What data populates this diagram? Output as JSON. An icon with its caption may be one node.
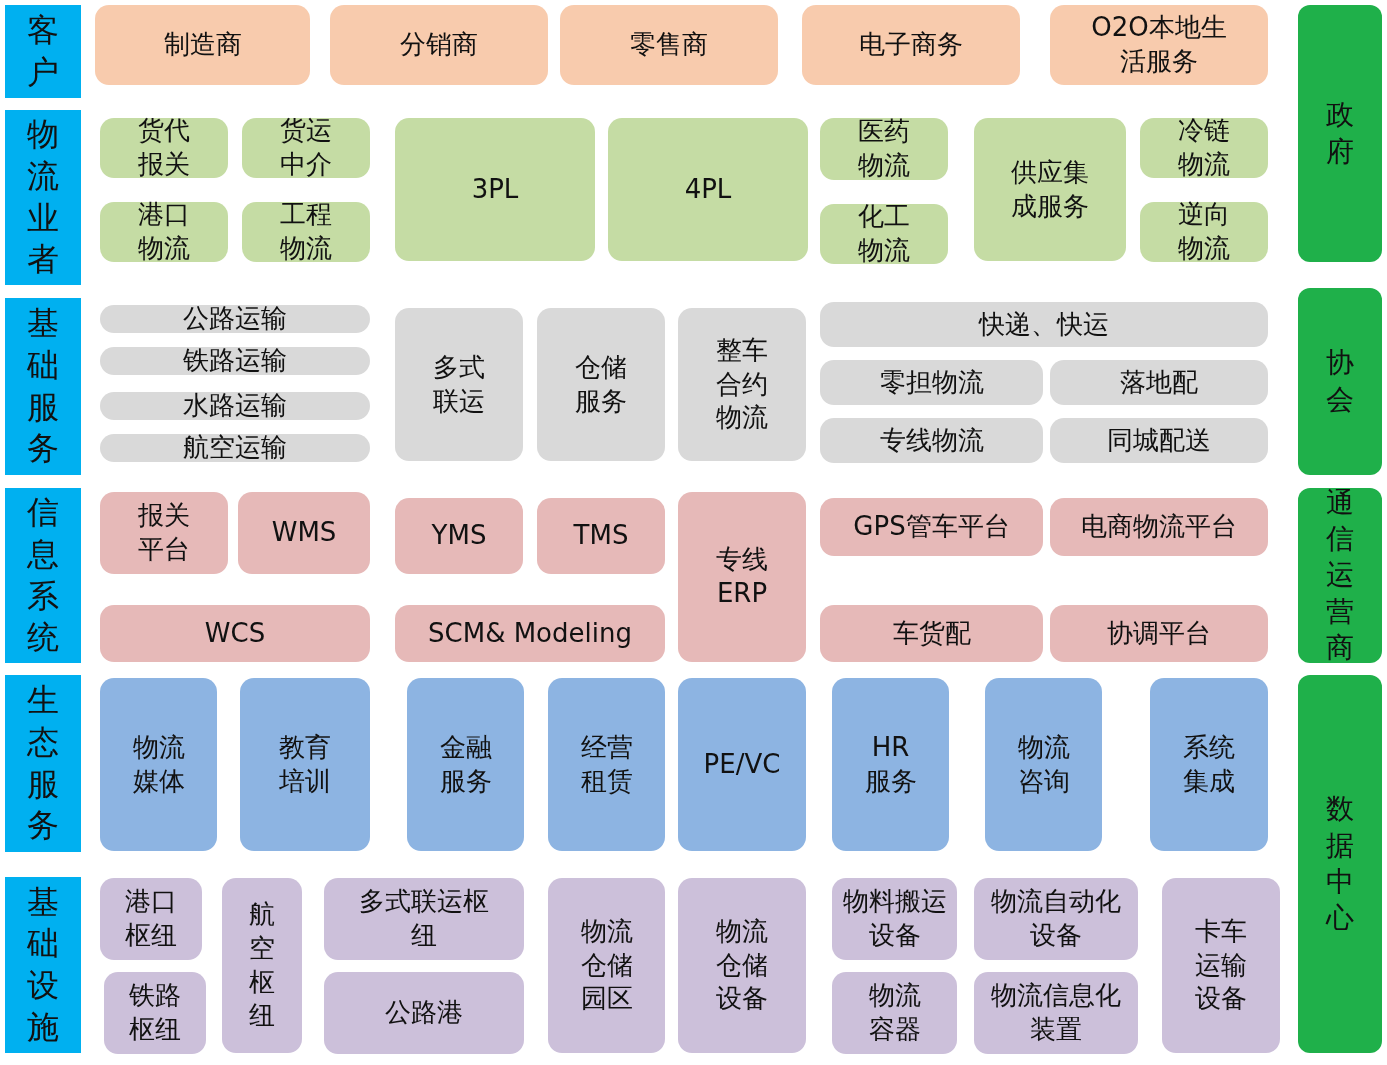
{
  "diagram": {
    "nodes": [
      {
        "text": [
          "客户"
        ]
      },
      {
        "text": [
          "制造商"
        ]
      },
      {
        "text": [
          "分销商"
        ]
      },
      {
        "text": [
          "零售商"
        ]
      },
      {
        "text": [
          "电子商务"
        ]
      },
      {
        "text": [
          "O2O本地生活服务"
        ]
      },
      {
        "text": [
          "政府"
        ]
      },
      {
        "text": [
          "物流业者"
        ]
      },
      {
        "text": [
          "货代报关"
        ]
      },
      {
        "text": [
          "货运中介"
        ]
      },
      {
        "text": [
          "港口物流"
        ]
      },
      {
        "text": [
          "工程物流"
        ]
      },
      {
        "text": [
          "3PL"
        ]
      },
      {
        "text": [
          "4PL"
        ]
      },
      {
        "text": [
          "医药物流"
        ]
      },
      {
        "text": [
          "化工物流"
        ]
      },
      {
        "text": [
          "供应集成服务"
        ]
      },
      {
        "text": [
          "冷链物流"
        ]
      },
      {
        "text": [
          "逆向物流"
        ]
      },
      {
        "text": [
          "基础服务"
        ]
      },
      {
        "text": [
          "公路运输"
        ]
      },
      {
        "text": [
          "铁路运输"
        ]
      },
      {
        "text": [
          "水路运输"
        ]
      },
      {
        "text": [
          "航空运输"
        ]
      },
      {
        "text": [
          "多式联运"
        ]
      },
      {
        "text": [
          "仓储服务"
        ]
      },
      {
        "text": [
          "整车合约物流"
        ]
      },
      {
        "text": [
          "快递、快运"
        ]
      },
      {
        "text": [
          "零担物流"
        ]
      },
      {
        "text": [
          "落地配"
        ]
      },
      {
        "text": [
          "专线物流"
        ]
      },
      {
        "text": [
          "同城配送"
        ]
      },
      {
        "text": [
          "协会"
        ]
      },
      {
        "text": [
          "信息系统"
        ]
      },
      {
        "text": [
          "报关平台"
        ]
      },
      {
        "text": [
          "WMS"
        ]
      },
      {
        "text": [
          "YMS"
        ]
      },
      {
        "text": [
          "TMS"
        ]
      },
      {
        "text": [
          "专线ERP"
        ]
      },
      {
        "text": [
          "GPS管车平台"
        ]
      },
      {
        "text": [
          "电商物流平台"
        ]
      },
      {
        "text": [
          "WCS"
        ]
      },
      {
        "text": [
          "SCM& Modeling"
        ]
      },
      {
        "text": [
          "车货配"
        ]
      },
      {
        "text": [
          "协调平台"
        ]
      },
      {
        "text": [
          "通信运营商"
        ]
      },
      {
        "text": [
          "生态服务"
        ]
      },
      {
        "text": [
          "物流媒体"
        ]
      },
      {
        "text": [
          "教育培训"
        ]
      },
      {
        "text": [
          "金融服务"
        ]
      },
      {
        "text": [
          "经营租赁"
        ]
      },
      {
        "text": [
          "PE/VC"
        ]
      },
      {
        "text": [
          "HR服务"
        ]
      },
      {
        "text": [
          "物流咨询"
        ]
      },
      {
        "text": [
          "系统集成"
        ]
      },
      {
        "text": [
          "数据中心"
        ]
      },
      {
        "text": [
          "基础设施"
        ]
      },
      {
        "text": [
          "港口枢纽"
        ]
      },
      {
        "text": [
          "铁路枢纽"
        ]
      },
      {
        "text": [
          "航空枢纽"
        ]
      },
      {
        "text": [
          "多式联运枢纽"
        ]
      },
      {
        "text": [
          "公路港"
        ]
      },
      {
        "text": [
          "物流仓储园区"
        ]
      },
      {
        "text": [
          "物流仓储设备"
        ]
      },
      {
        "text": [
          "物料搬运设备"
        ]
      },
      {
        "text": [
          "物流容器"
        ]
      },
      {
        "text": [
          "物流自动化设备"
        ]
      },
      {
        "text": [
          "物流信息化装置"
        ]
      },
      {
        "text": [
          "卡车运输设备"
        ]
      }
    ]
  }
}
